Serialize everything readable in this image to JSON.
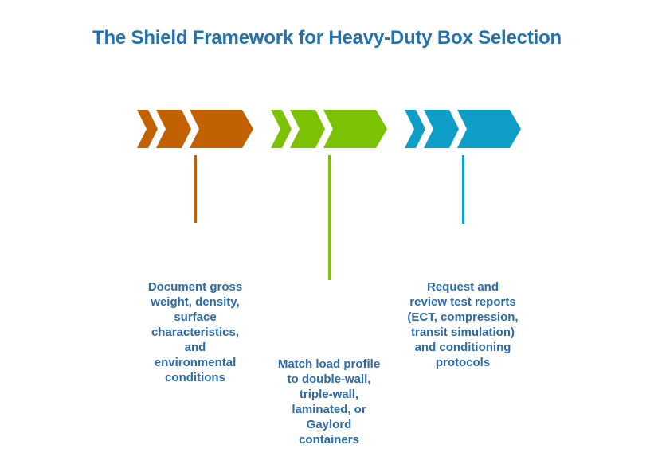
{
  "title": "The Shield Framework for Heavy-Duty Box Selection",
  "colors": {
    "title_text": "#2272AE",
    "body_text": "#2B6BA9",
    "step1_accent": "#C26104",
    "step2_accent": "#7CC204",
    "step3_accent": "#0E9EC5"
  },
  "steps": [
    {
      "color": "#C26104",
      "description": "Document gross\nweight, density,\nsurface\ncharacteristics,\nand\nenvironmental\nconditions"
    },
    {
      "color": "#7CC204",
      "description": "Match load profile\nto double-wall,\ntriple-wall,\nlaminated, or\nGaylord\ncontainers"
    },
    {
      "color": "#0E9EC5",
      "description": "Request and\nreview test reports\n(ECT, compression,\ntransit simulation)\nand conditioning\nprotocols"
    }
  ]
}
